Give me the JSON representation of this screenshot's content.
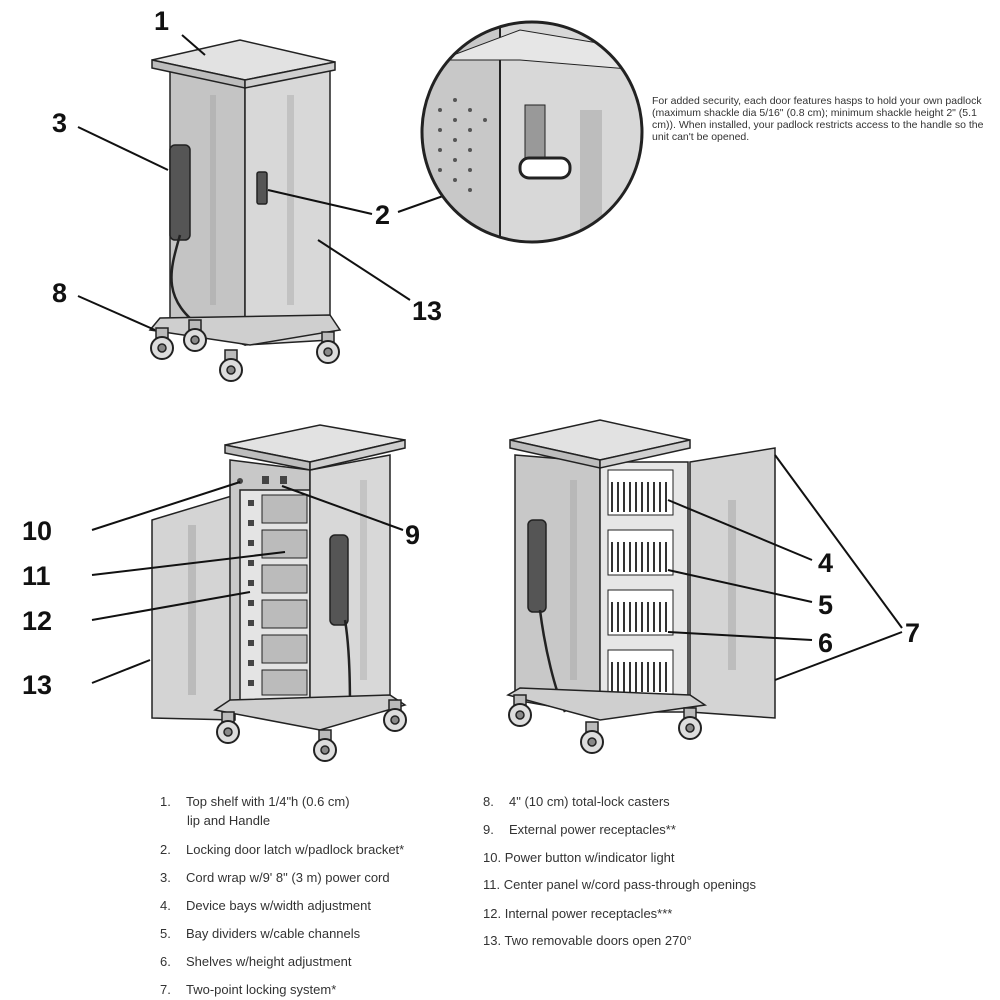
{
  "callouts": {
    "c1": "1",
    "c2": "2",
    "c3": "3",
    "c8": "8",
    "c13a": "13",
    "c10": "10",
    "c11": "11",
    "c12": "12",
    "c13b": "13",
    "c9": "9",
    "c4": "4",
    "c5": "5",
    "c6": "6",
    "c7": "7"
  },
  "security_note": "For added security, each door features hasps to hold your own padlock (maximum shackle dia 5/16\" (0.8 cm); minimum shackle height 2\" (5.1 cm)).  When installed, your padlock restricts access to the handle so the unit can't be opened.",
  "legend": {
    "left": [
      {
        "num": "1.",
        "text": "Top shelf with 1/4\"h (0.6 cm)",
        "cont": "lip and Handle"
      },
      {
        "num": "2.",
        "text": "Locking door latch w/padlock bracket*"
      },
      {
        "num": "3.",
        "text": "Cord wrap w/9' 8\" (3 m) power cord"
      },
      {
        "num": "4.",
        "text": "Device bays w/width adjustment"
      },
      {
        "num": "5.",
        "text": "Bay dividers w/cable channels"
      },
      {
        "num": "6.",
        "text": "Shelves w/height adjustment"
      },
      {
        "num": "7.",
        "text": "Two-point locking system*"
      }
    ],
    "right": [
      {
        "num": "8.",
        "text": "4\" (10 cm) total-lock casters"
      },
      {
        "num": "9.",
        "text": "External power receptacles**"
      },
      {
        "num": "10.",
        "text": "Power button w/indicator light"
      },
      {
        "num": "11.",
        "text": "Center panel w/cord pass-through openings"
      },
      {
        "num": "12.",
        "text": "Internal power receptacles***"
      },
      {
        "num": "13.",
        "text": "Two removable doors open 270°"
      }
    ]
  },
  "colors": {
    "cart": "#d4d4d4",
    "cart_dark": "#a9a9a9",
    "outline": "#222222"
  }
}
